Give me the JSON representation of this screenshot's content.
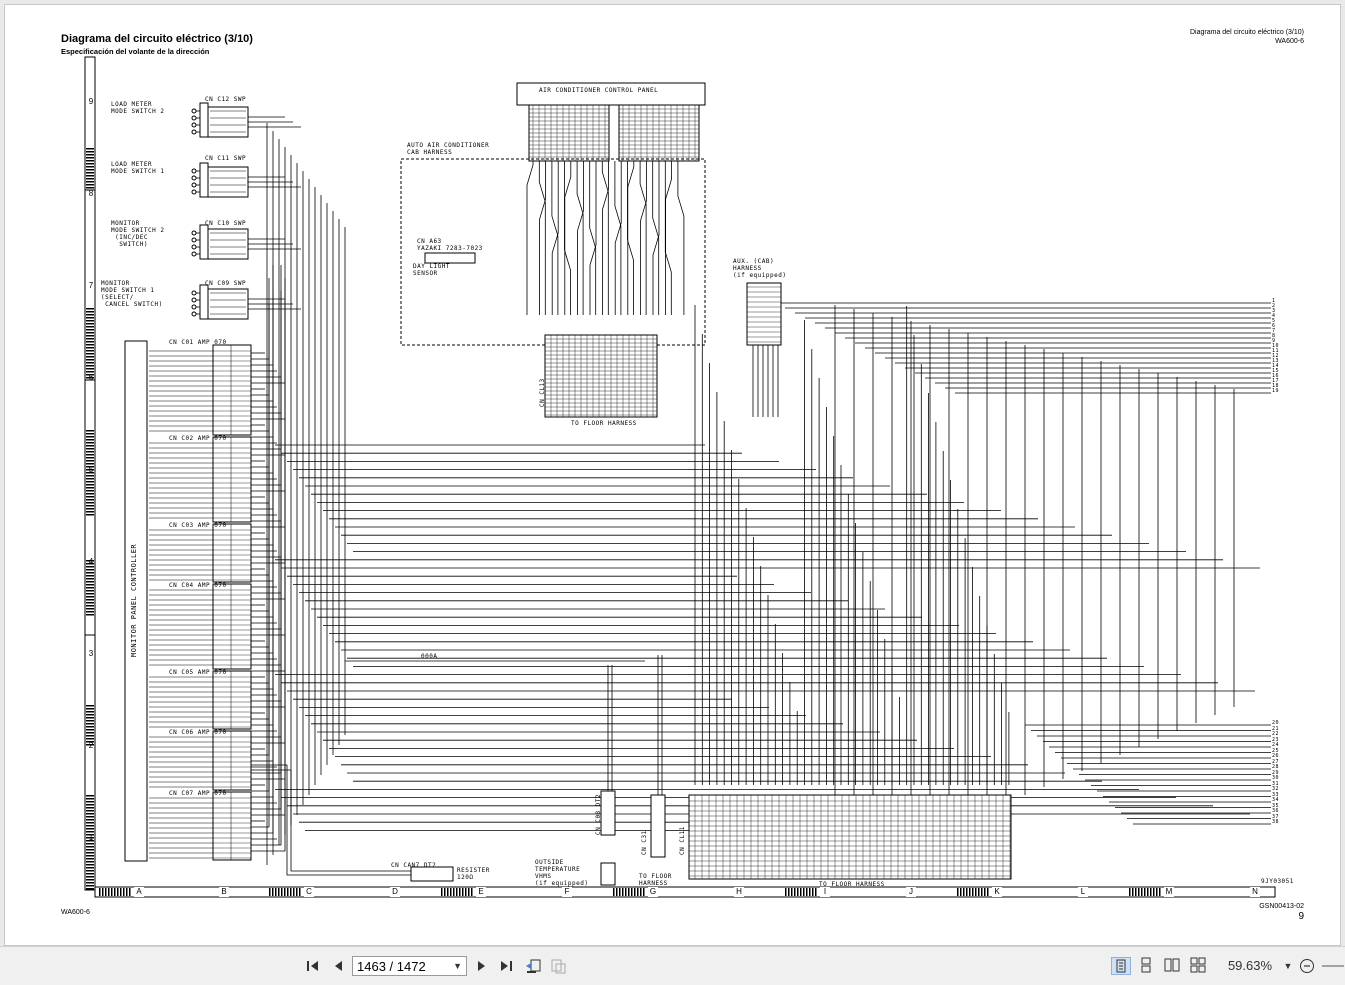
{
  "header": {
    "title": "Diagrama del circuito eléctrico (3/10)",
    "subtitle": "Especificación del volante de la dirección",
    "right_title": "Diagrama del circuito eléctrico (3/10)",
    "right_model": "WA600-6"
  },
  "footer": {
    "left_model": "WA600-6",
    "doc_code": "GSN00413-02",
    "page_no": "9",
    "fig_code": "9JY03051"
  },
  "grid": {
    "rows": [
      "9",
      "8",
      "7",
      "6",
      "5",
      "4",
      "3",
      "2",
      "1"
    ],
    "cols": [
      "A",
      "B",
      "C",
      "D",
      "E",
      "F",
      "G",
      "H",
      "I",
      "J",
      "K",
      "L",
      "M",
      "N"
    ]
  },
  "labels": {
    "load_meter_2": "LOAD METER\nMODE SWITCH 2",
    "load_meter_1": "LOAD METER\nMODE SWITCH 1",
    "monitor_sw2": "MONITOR\nMODE SWITCH 2\n (INC/DEC\n  SWITCH)",
    "monitor_sw1": "MONITOR\nMODE SWITCH 1\n(SELECT/\n CANCEL SWITCH)",
    "cn_c12": "CN C12 SWP",
    "cn_c11": "CN C11 SWP",
    "cn_c10": "CN C10 SWP",
    "cn_c09": "CN C09 SWP",
    "cn_c01": "CN C01 AMP 070",
    "cn_c02": "CN C02 AMP 070",
    "cn_c03": "CN C03 AMP 070",
    "cn_c04": "CN C04 AMP 070",
    "cn_c05": "CN C05 AMP 070",
    "cn_c06": "CN C06 AMP 070",
    "cn_c07": "CN C07 AMP 070",
    "monitor_panel_controller": "MONITOR PANEL CONTROLLER",
    "ac_panel": "AIR CONDITIONER CONTROL PANEL",
    "auto_ac": "AUTO AIR CONDITIONER\nCAB HARNESS",
    "cn_a63": "CN A63\nYAZAKI 7283-7023",
    "day_light": "DAY LIGHT\nSENSOR",
    "cn_cl13": "CN CL13",
    "to_floor_1": "TO FLOOR HARNESS",
    "aux_cab": "AUX. (CAB)\nHARNESS\n(if equipped)",
    "cn_cd72": "CN CAN7 DT2",
    "resistor": "RESISTER\n120Ω",
    "outside_temp": "OUTSIDE\nTEMPERATURE\nVHMS\n(if equipped)",
    "cn_c31": "CN C31",
    "cn_cl11": "CN CL11",
    "to_floor_2": "TO FLOOR\nHARNESS",
    "to_floor_3": "TO FLOOR HARNESS",
    "cn_c08": "CN C08 DT2",
    "wire_mark": "000A"
  },
  "right_ends_top": [
    "1",
    "2",
    "3",
    "4",
    "5",
    "6",
    "7",
    "8",
    "9",
    "10",
    "11",
    "12",
    "13",
    "14",
    "15",
    "16",
    "17",
    "18",
    "19"
  ],
  "right_ends_bottom": [
    "20",
    "21",
    "22",
    "23",
    "24",
    "25",
    "26",
    "27",
    "28",
    "29",
    "30",
    "31",
    "32",
    "33",
    "34",
    "35",
    "36",
    "37",
    "38"
  ],
  "toolbar": {
    "page_value": "1463 / 1472",
    "zoom": "59.63%",
    "first_icon": "first-page-icon",
    "prev_icon": "prev-page-icon",
    "next_icon": "next-page-icon",
    "last_icon": "last-page-icon"
  }
}
